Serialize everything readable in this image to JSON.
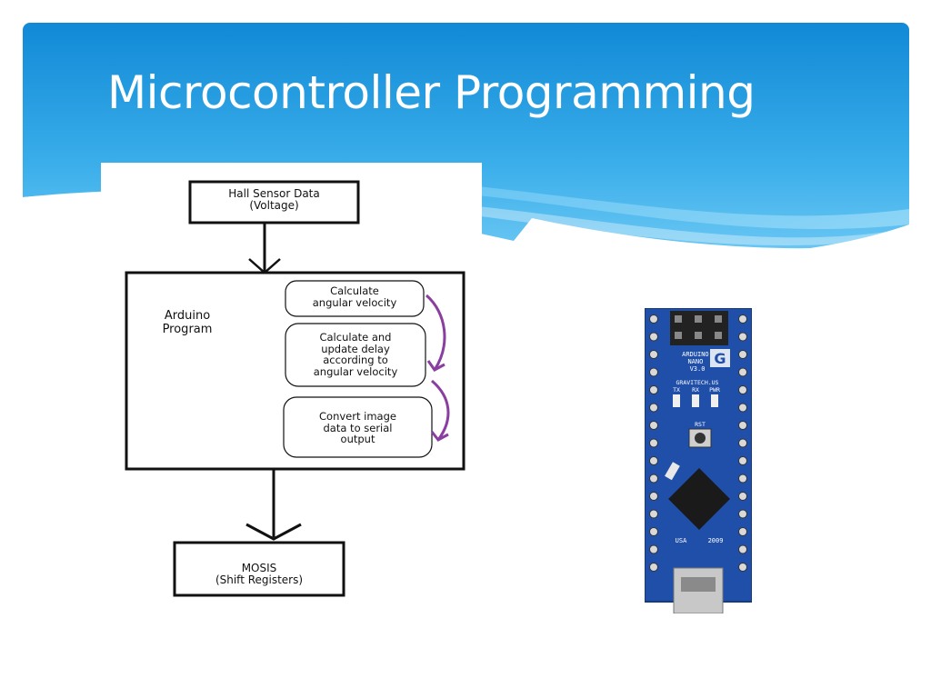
{
  "slide": {
    "title": "Microcontroller Programming"
  },
  "diagram": {
    "input_box": "Hall Sensor Data\n(Voltage)",
    "program_label": "Arduino\nProgram",
    "steps": [
      "Calculate\nangular velocity",
      "Calculate and\nupdate delay\naccording to\nangular velocity",
      "Convert image\ndata to serial\noutput"
    ],
    "output_box": "MOSIS\n(Shift Registers)"
  },
  "board_photo": {
    "model": "ARDUINO\nNANO\nV3.0",
    "brand": "GRAVITECH.US",
    "leds": [
      "TX",
      "RX",
      "PWR"
    ],
    "reset_label": "RST",
    "footer_left": "USA",
    "footer_year": "2009"
  },
  "colors": {
    "header_blue": "#1a8fd8",
    "header_light": "#5fc2f2",
    "arrow_purple": "#8a3ea0",
    "board_blue": "#1f4fa8"
  }
}
